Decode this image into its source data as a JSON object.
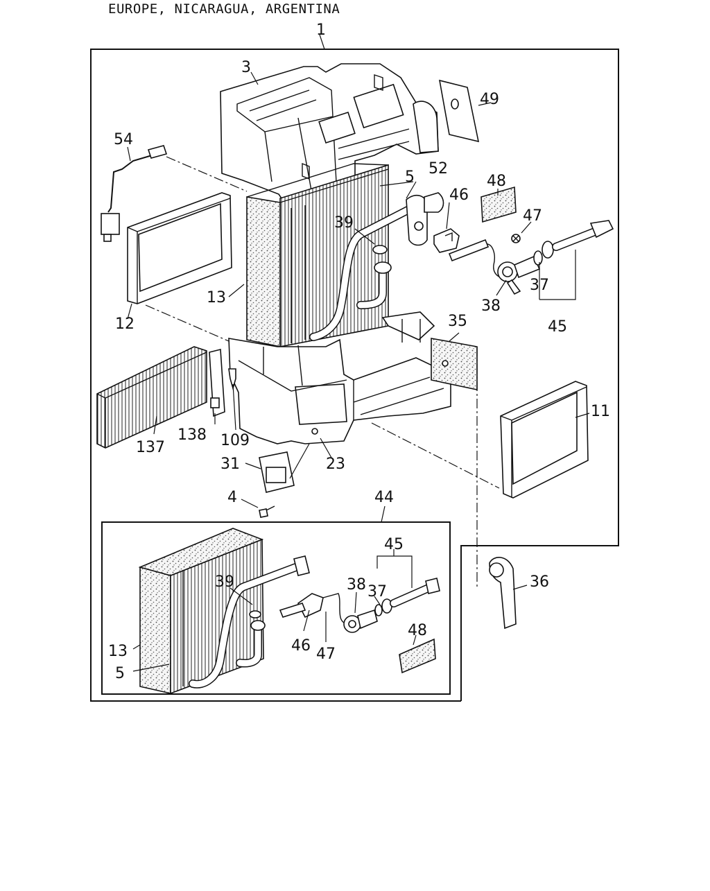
{
  "region_title": "EUROPE, NICARAGUA, ARGENTINA",
  "callouts": {
    "assembly": "1",
    "case_upper": "3",
    "evaporator_sensor": "54",
    "core_side": "5",
    "pipe_grommet": "52",
    "seal_48_top": "48",
    "pad_49": "49",
    "clamp_46_top": "46",
    "screw_47_top": "47",
    "oring_39_top": "39",
    "evaporator_core": "13",
    "seal_frame_12": "12",
    "valve_38_top": "38",
    "ring_37_top": "37",
    "pipe_kit_45_top": "45",
    "pad_35": "35",
    "seal_frame_11": "11",
    "filter_137": "137",
    "bracket_138": "138",
    "clip_109": "109",
    "resistor_31": "31",
    "case_lower_23": "23",
    "screw_4": "4",
    "kit_44": "44",
    "pipe_kit_45_box": "45",
    "oring_39_box": "39",
    "valve_38_box": "38",
    "ring_37_box": "37",
    "core_13_box": "13",
    "clamp_46_box": "46",
    "screw_47_box": "47",
    "seal_48_box": "48",
    "core_side_5_box": "5",
    "drain_hose_36": "36"
  }
}
